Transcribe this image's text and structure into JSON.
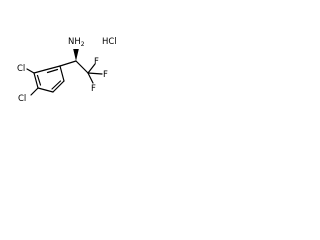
{
  "molecule": {
    "labels": {
      "amine": "NH",
      "amine_subscript": "2",
      "salt": "HCl",
      "chlorine_meta": "Cl",
      "chlorine_para": "Cl",
      "fluorine_top": "F",
      "fluorine_right": "F",
      "fluorine_bottom": "F"
    },
    "stereo_center": "wedge",
    "colors": {
      "ink": "#000000",
      "background": "#ffffff"
    }
  }
}
